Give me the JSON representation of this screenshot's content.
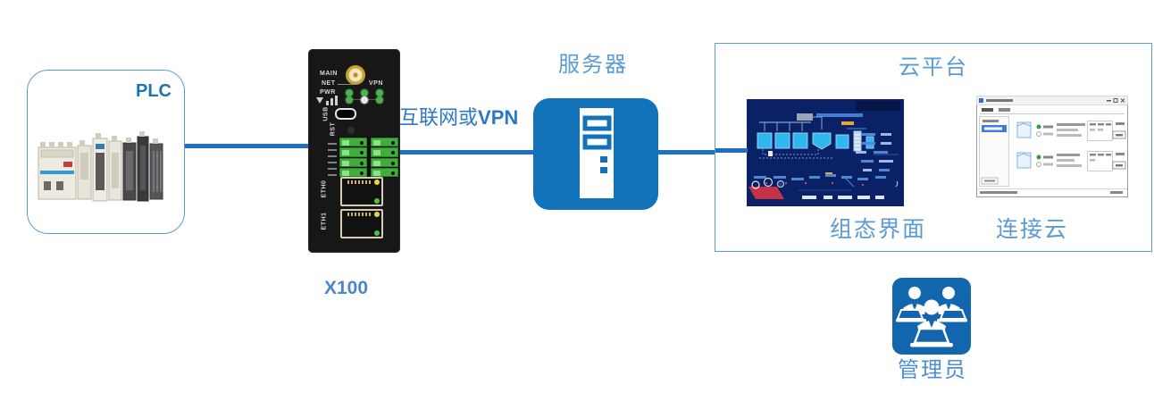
{
  "colors": {
    "accent_blue": "#1f6fc4",
    "icon_blue": "#1172ba",
    "label_blue": "#5b9bd5",
    "link_text_blue": "#2d77c8",
    "x100_text_blue": "#4a86c8",
    "plc_text_blue": "#1f74ad",
    "device_black": "#171717",
    "led_green": "#4caf50",
    "terminal_green": "#3fae3c",
    "scada_navy": "#0a2166",
    "scada_red": "#c53246"
  },
  "nodes": {
    "plc": {
      "label": "PLC"
    },
    "gateway": {
      "label": "X100",
      "panel": {
        "main": "MAIN",
        "net": "NET",
        "vpn": "VPN",
        "pwr": "PWR",
        "usb": "USB",
        "rst": "RST",
        "eth0": "ETH0",
        "eth1": "ETH1"
      }
    },
    "server": {
      "label": "服务器"
    },
    "cloud": {
      "label": "云平台",
      "scada_caption": "组态界面",
      "app_caption": "连接云"
    },
    "admin": {
      "label": "管理员"
    }
  },
  "link": {
    "cjk": "互联网或",
    "en": "VPN"
  }
}
